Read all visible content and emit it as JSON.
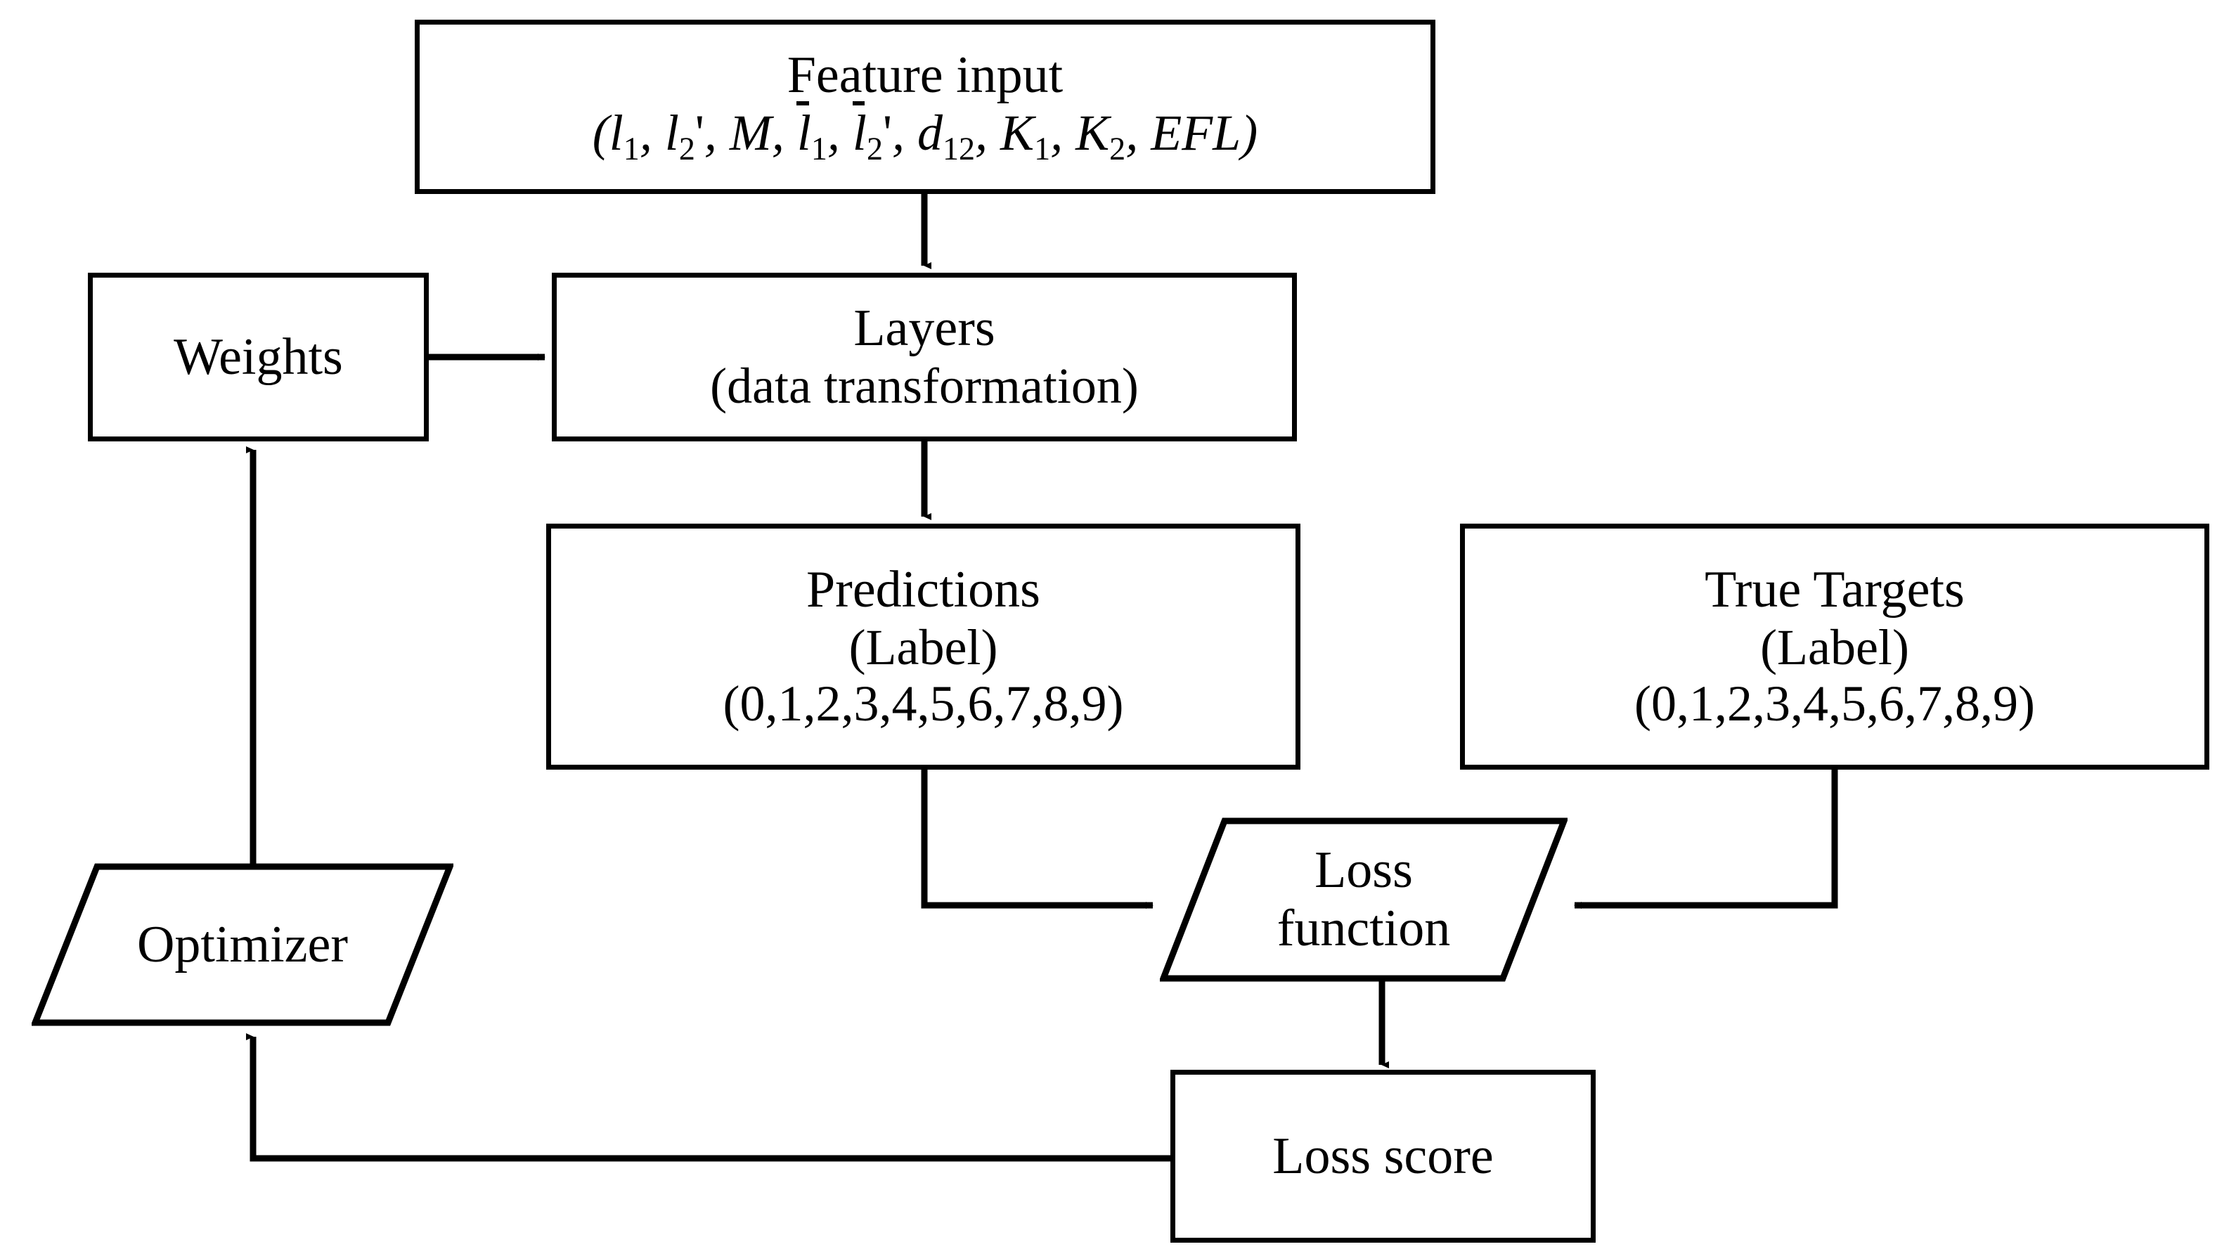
{
  "diagram": {
    "title": "Neural network training loop with optical feature inputs",
    "stroke_color": "#000000",
    "background_color": "#ffffff"
  },
  "nodes": {
    "feature_input": {
      "name": "Feature input",
      "title": "Feature input",
      "formula_plain": "(l1, l2', M, l̄1, l̄2', d12, K1, K2, EFL)",
      "shape": "rectangle"
    },
    "weights": {
      "label": "Weights",
      "shape": "rectangle"
    },
    "layers": {
      "title": "Layers",
      "subtitle": "(data transformation)",
      "shape": "rectangle"
    },
    "predictions": {
      "title": "Predictions",
      "subtitle": "(Label)",
      "values": "(0,1,2,3,4,5,6,7,8,9)",
      "shape": "rectangle"
    },
    "true_targets": {
      "title": "True Targets",
      "subtitle": "(Label)",
      "values": "(0,1,2,3,4,5,6,7,8,9)",
      "shape": "rectangle"
    },
    "loss_function": {
      "line1": "Loss",
      "line2": "function",
      "shape": "parallelogram"
    },
    "optimizer": {
      "label": "Optimizer",
      "shape": "parallelogram"
    },
    "loss_score": {
      "label": "Loss score",
      "shape": "rectangle"
    }
  },
  "edges": [
    {
      "id": "feature-to-layers",
      "from": "feature_input",
      "to": "layers",
      "arrow": "down"
    },
    {
      "id": "weights-to-layers",
      "from": "weights",
      "to": "layers",
      "arrow": "right"
    },
    {
      "id": "layers-to-predictions",
      "from": "layers",
      "to": "predictions",
      "arrow": "down"
    },
    {
      "id": "predictions-to-loss-fn",
      "from": "predictions",
      "to": "loss_function",
      "arrow": "right"
    },
    {
      "id": "targets-to-loss-fn",
      "from": "true_targets",
      "to": "loss_function",
      "arrow": "left"
    },
    {
      "id": "loss-fn-to-loss-score",
      "from": "loss_function",
      "to": "loss_score",
      "arrow": "down"
    },
    {
      "id": "loss-score-to-optimizer",
      "from": "loss_score",
      "to": "optimizer",
      "arrow": "up"
    },
    {
      "id": "optimizer-to-weights",
      "from": "optimizer",
      "to": "weights",
      "arrow": "up"
    }
  ]
}
